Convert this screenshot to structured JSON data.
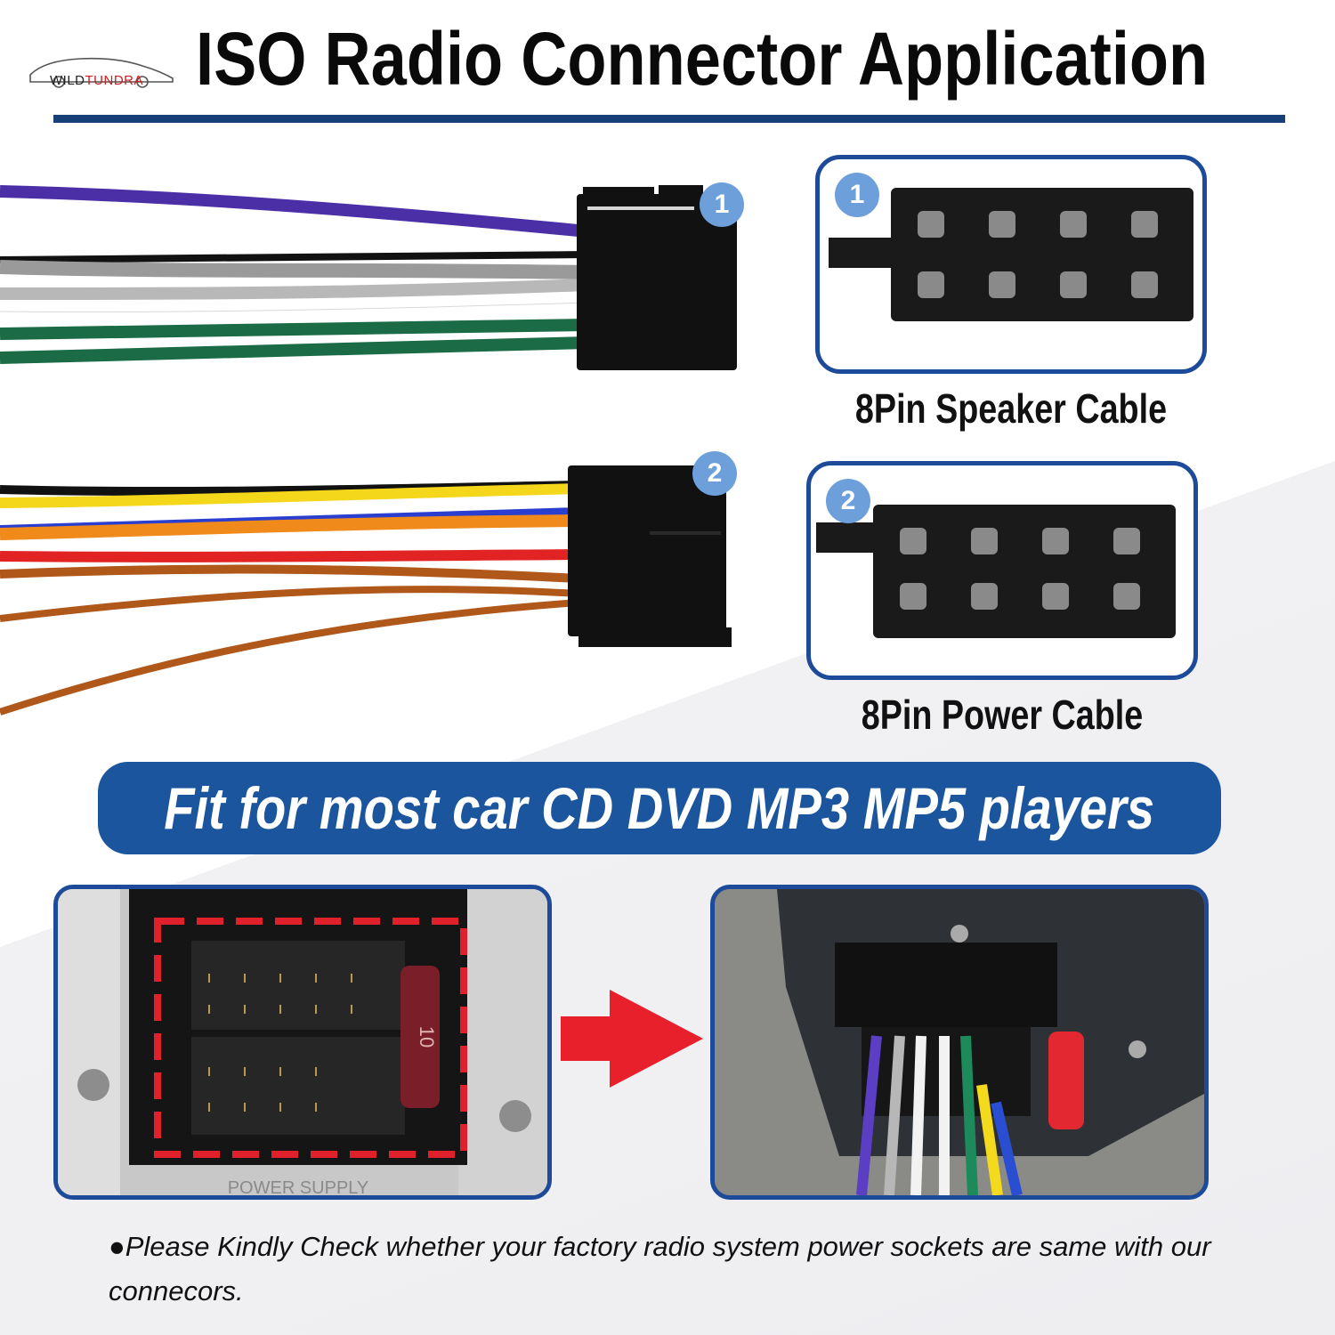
{
  "header": {
    "brand_prefix": "WILD",
    "brand_suffix": "TUNDRA",
    "title": "ISO Radio Connector Application"
  },
  "connectors": [
    {
      "number": "1",
      "label": "8Pin Speaker Cable"
    },
    {
      "number": "2",
      "label": "8Pin Power Cable"
    }
  ],
  "banner": {
    "text": "Fit for most car CD DVD MP3 MP5 players"
  },
  "photos": {
    "fuse_label": "10",
    "socket_label": "POWER SUPPLY"
  },
  "note": {
    "text": "●Please Kindly Check whether your factory radio system power sockets are same with our connecors."
  },
  "colors": {
    "accent_blue": "#1a559e",
    "badge_blue": "#6d9fdb",
    "highlight_red": "#e0202a"
  }
}
